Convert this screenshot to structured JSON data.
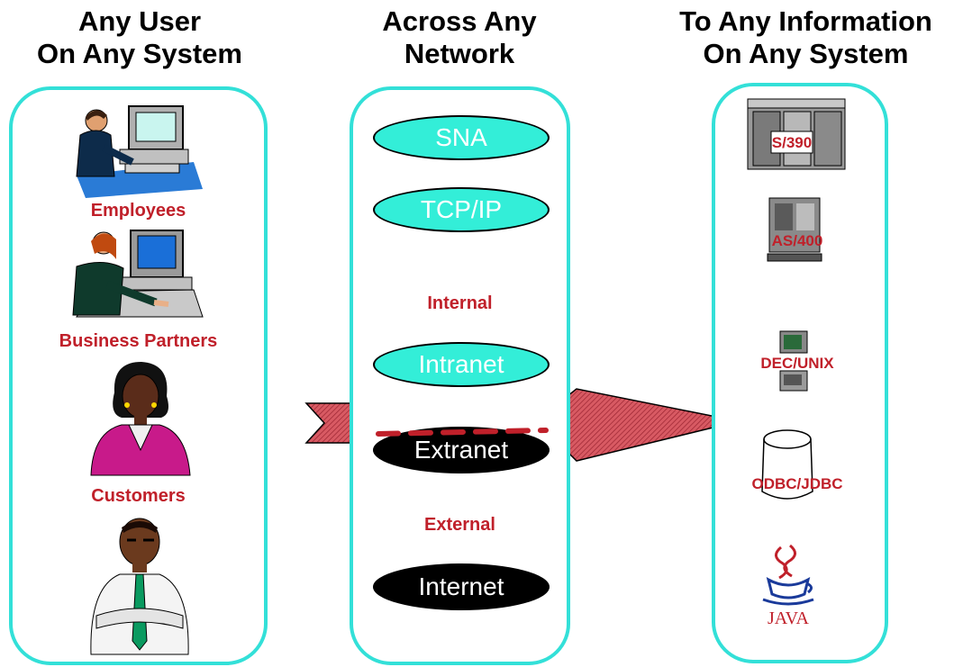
{
  "columns": {
    "users": {
      "title_line1": "Any User",
      "title_line2": "On Any System"
    },
    "network": {
      "title_line1": "Across Any",
      "title_line2": "Network"
    },
    "information": {
      "title_line1": "To Any Information",
      "title_line2": "On Any System"
    }
  },
  "users": {
    "employees": "Employees",
    "business_partners": "Business Partners",
    "customers": "Customers"
  },
  "network": {
    "sna": "SNA",
    "tcpip": "TCP/IP",
    "internal": "Internal",
    "intranet": "Intranet",
    "extranet": "Extranet",
    "external": "External",
    "internet": "Internet"
  },
  "systems": {
    "s390": "S/390",
    "as400": "AS/400",
    "dec_unix": "DEC/UNIX",
    "odbc_jdbc": "ODBC/JDBC",
    "java": "JAVA"
  },
  "colors": {
    "panel_border": "#33e0d8",
    "label_red": "#c0202a",
    "cyan_oval": "#33eed8",
    "arrow": "#cc4450"
  }
}
